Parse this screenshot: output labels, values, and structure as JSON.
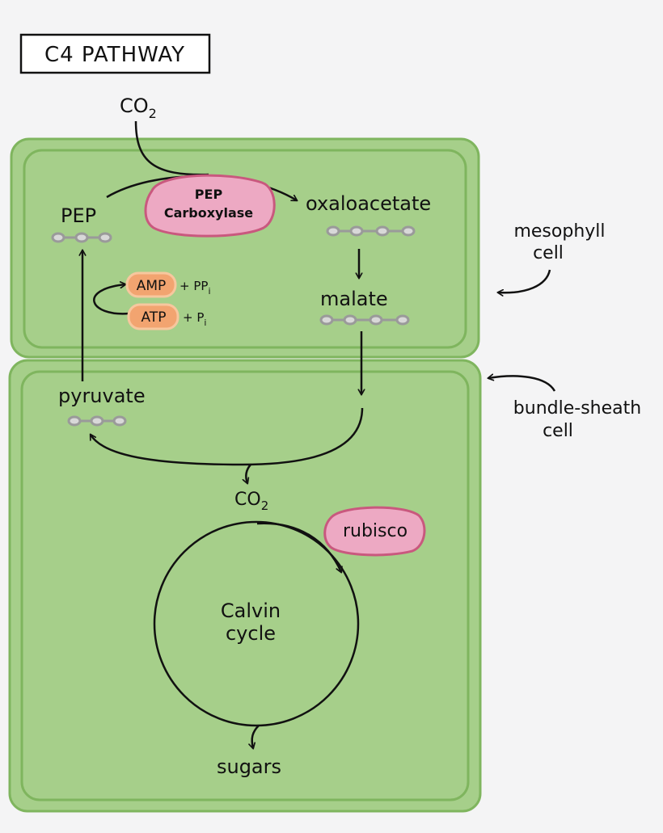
{
  "title": "C4 PATHWAY",
  "labels": {
    "co2_in": "CO",
    "co2_sub": "2",
    "pep": "PEP",
    "oxaloacetate": "oxaloacetate",
    "malate": "malate",
    "pyruvate": "pyruvate",
    "co2_bundle": "CO",
    "co2_bundle_sub": "2",
    "calvin_line1": "Calvin",
    "calvin_line2": "cycle",
    "sugars": "sugars",
    "mesophyll_line1": "mesophyll",
    "mesophyll_line2": "cell",
    "bundle_line1": "bundle-sheath",
    "bundle_line2": "cell"
  },
  "enzymes": {
    "pep_carboxylase_line1": "PEP",
    "pep_carboxylase_line2": "Carboxylase",
    "rubisco": "rubisco"
  },
  "energy": {
    "amp": "AMP",
    "amp_products": "+ PP",
    "amp_sub": "i",
    "atp": "ATP",
    "atp_products": "+ P",
    "atp_sub": "i"
  },
  "colors": {
    "cell_fill": "#a6cf8a",
    "cell_border": "#7fb55e",
    "enzyme_fill": "#eda9c3",
    "enzyme_border": "#c9587e",
    "energy_fill": "#f2a470",
    "energy_border": "#f7c79e",
    "molecule": "#9a9a9a"
  },
  "icons": {
    "molecule_chain": "carbon-chain-icon"
  }
}
